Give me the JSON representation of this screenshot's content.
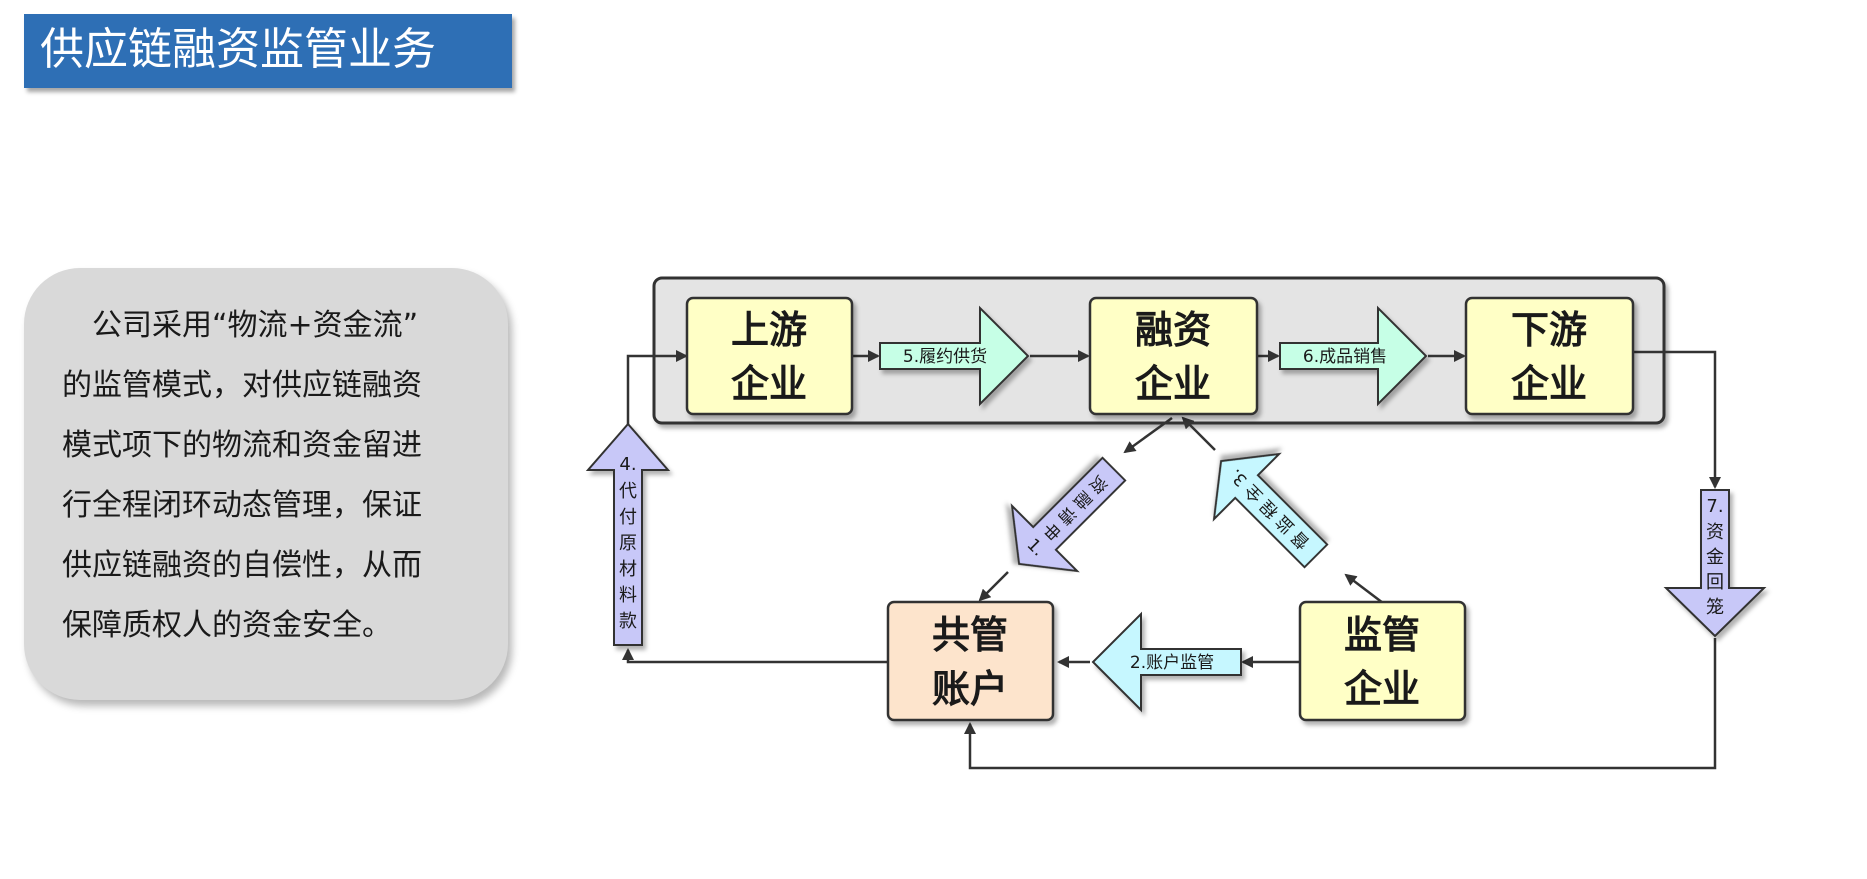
{
  "title": "供应链融资监管业务",
  "description": {
    "lines": [
      "　公司采用“物流+资金流”",
      "的监管模式，对供应链融资",
      "模式项下的物流和资金留进",
      "行全程闭环动态管理，保证",
      "供应链融资的自偿性，从而",
      "保障质权人的资金安全。"
    ]
  },
  "diagram": {
    "nodes": {
      "upstream": {
        "line1": "上游",
        "line2": "企业"
      },
      "financing": {
        "line1": "融资",
        "line2": "企业"
      },
      "downstream": {
        "line1": "下游",
        "line2": "企业"
      },
      "co_account": {
        "line1": "共管",
        "line2": "账户"
      },
      "supervisor": {
        "line1": "监管",
        "line2": "企业"
      }
    },
    "steps": {
      "s1": {
        "num": "1.",
        "chars": [
          "申",
          "请",
          "融",
          "资"
        ]
      },
      "s2": "2.账户监管",
      "s3": {
        "num": "3.",
        "chars": [
          "全",
          "程",
          "监",
          "督"
        ]
      },
      "s4": {
        "num": "4.",
        "chars": [
          "代",
          "付",
          "原",
          "材",
          "料",
          "款"
        ]
      },
      "s5": "5.履约供货",
      "s6": "6.成品销售",
      "s7": {
        "num": "7.",
        "chars": [
          "资",
          "金",
          "回",
          "笼"
        ]
      }
    },
    "colors": {
      "company_fill": "#ffffc6",
      "account_fill": "#fde4cc",
      "green_arrow": "#c6ffe6",
      "blue_arrow": "#c6f7ff",
      "purple_arrow": "#c8c8f8",
      "container_fill": "#e4e4e4",
      "title_bar": "#2e6fb5"
    }
  }
}
